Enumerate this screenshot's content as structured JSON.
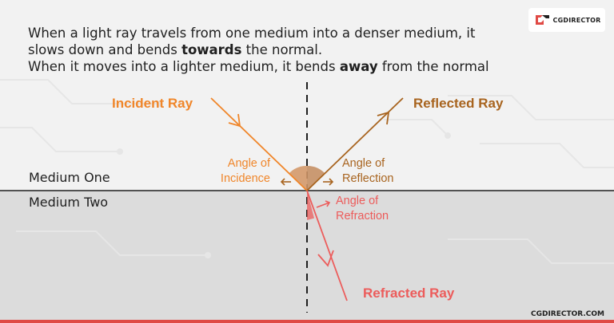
{
  "intro": {
    "line1": "When a light ray travels from one medium into a denser medium, it",
    "line2_pre": "slows down and bends ",
    "line2_bold": "towards",
    "line2_post": " the normal.",
    "line3_pre": "When it moves into a lighter medium, it bends ",
    "line3_bold": "away",
    "line3_post": " from the normal"
  },
  "logo": {
    "text": "CGDIRECTOR",
    "icon": "cg-logo-icon"
  },
  "media": {
    "one": "Medium One",
    "two": "Medium Two"
  },
  "rays": {
    "incident": "Incident Ray",
    "reflected": "Reflected Ray",
    "refracted": "Refracted Ray"
  },
  "angles": {
    "incidence_1": "Angle of",
    "incidence_2": "Incidence",
    "reflection_1": "Angle of",
    "reflection_2": "Reflection",
    "refraction_1": "Angle of",
    "refraction_2": "Refraction"
  },
  "footer": "CGDIRECTOR.COM",
  "colors": {
    "incident": "#f0862a",
    "reflected": "#a8641f",
    "refracted": "#ec5c5b",
    "text": "#1f1f1f",
    "accent": "#e04a45"
  }
}
